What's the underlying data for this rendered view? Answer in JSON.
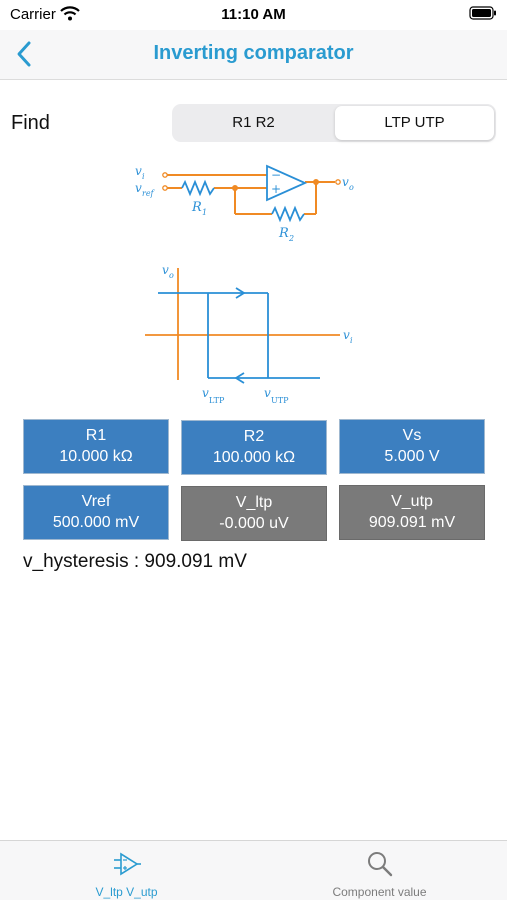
{
  "status_bar": {
    "carrier": "Carrier",
    "time": "11:10 AM"
  },
  "nav": {
    "title": "Inverting comparator",
    "back_icon": "chevron-left-icon"
  },
  "find": {
    "label": "Find",
    "segments": [
      {
        "label": "R1 R2",
        "selected": false
      },
      {
        "label": "LTP UTP",
        "selected": true
      }
    ]
  },
  "circuit_diagram": {
    "labels": {
      "vi": "v",
      "vi_sub": "i",
      "vref": "v",
      "vref_sub": "ref",
      "r1": "R",
      "r1_sub": "1",
      "r2": "R",
      "r2_sub": "2",
      "vo": "v",
      "vo_sub": "o",
      "minus": "−",
      "plus": "+"
    }
  },
  "transfer_diagram": {
    "labels": {
      "vo": "v",
      "vo_sub": "o",
      "vi": "v",
      "vi_sub": "i",
      "vltp": "v",
      "vltp_sub": "LTP",
      "vutp": "v",
      "vutp_sub": "UTP"
    }
  },
  "values": {
    "r1": {
      "name": "R1",
      "value": "10.000 kΩ"
    },
    "r2": {
      "name": "R2",
      "value": "100.000 kΩ"
    },
    "vs": {
      "name": "Vs",
      "value": "5.000 V"
    },
    "vref": {
      "name": "Vref",
      "value": "500.000 mV"
    },
    "v_ltp": {
      "name": "V_ltp",
      "value": "-0.000 uV"
    },
    "v_utp": {
      "name": "V_utp",
      "value": "909.091 mV"
    }
  },
  "hysteresis": {
    "text": "v_hysteresis : 909.091 mV"
  },
  "tabs": [
    {
      "label": "V_ltp V_utp",
      "icon": "opamp-icon",
      "active": true
    },
    {
      "label": "Component value",
      "icon": "search-icon",
      "active": false
    }
  ],
  "colors": {
    "accent": "#2a9bd0",
    "cell_blue": "#3c7fc0",
    "cell_gray": "#7a7a7a",
    "wire_orange": "#f08a24",
    "diagram_blue": "#2a8fd6"
  }
}
